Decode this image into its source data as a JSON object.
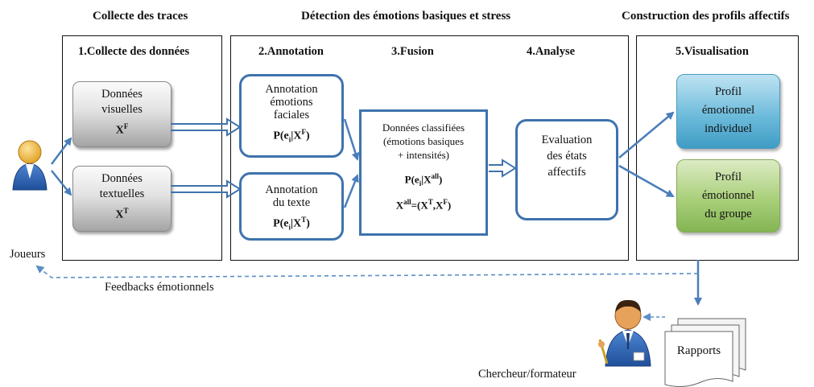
{
  "headers": {
    "collecte": "Collecte des traces",
    "detection": "Détection des émotions basiques et stress",
    "construction": "Construction des profils affectifs"
  },
  "sections": {
    "s1": "1.Collecte des données",
    "s2": "2.Annotation",
    "s3": "3.Fusion",
    "s4": "4.Analyse",
    "s5": "5.Visualisation"
  },
  "nodes": {
    "visual": {
      "line1": "Données",
      "line2": "visuelles",
      "formula": "X",
      "sup": "F"
    },
    "textual": {
      "line1": "Données",
      "line2": "textuelles",
      "formula": "X",
      "sup": "T"
    },
    "annot_face": {
      "line1": "Annotation",
      "line2": "émotions",
      "line3": "faciales",
      "formula": "P(e",
      "sub": "i",
      "formula2": "|X",
      "sup": "F",
      "close": ")"
    },
    "annot_text": {
      "line1": "Annotation",
      "line2": "du texte",
      "formula": "P(e",
      "sub": "i",
      "formula2": "|X",
      "sup": "T",
      "close": ")"
    },
    "fusion": {
      "line1": "Données classifiées",
      "line2": "(émotions basiques",
      "line3": "+ intensités)",
      "formula_a": "P(e",
      "sub": "i",
      "formula_b": "|X",
      "sup_all": "all",
      "close": ")",
      "formula2_a": "X",
      "sup2": "all",
      "formula2_b": "=(X",
      "supT": "T",
      "comma": ",X",
      "supF": "F",
      "close2": ")"
    },
    "analyse": {
      "line1": "Evaluation",
      "line2": "des états",
      "line3": "affectifs"
    },
    "profile_ind": {
      "line1": "Profil",
      "line2": "émotionnel",
      "line3": "individuel"
    },
    "profile_grp": {
      "line1": "Profil",
      "line2": "émotionnel",
      "line3": "du groupe"
    }
  },
  "labels": {
    "joueurs": "Joueurs",
    "feedback": "Feedbacks émotionnels",
    "chercheur": "Chercheur/formateur",
    "rapports": "Rapports"
  },
  "colors": {
    "blue_border": "#3e73ad",
    "arrow_blue": "#4a7ebb",
    "profile_ind": "#6fbcdc",
    "profile_grp": "#a9cf7a"
  },
  "icons": [
    "user-icon",
    "researcher-icon",
    "document-stack-icon"
  ]
}
